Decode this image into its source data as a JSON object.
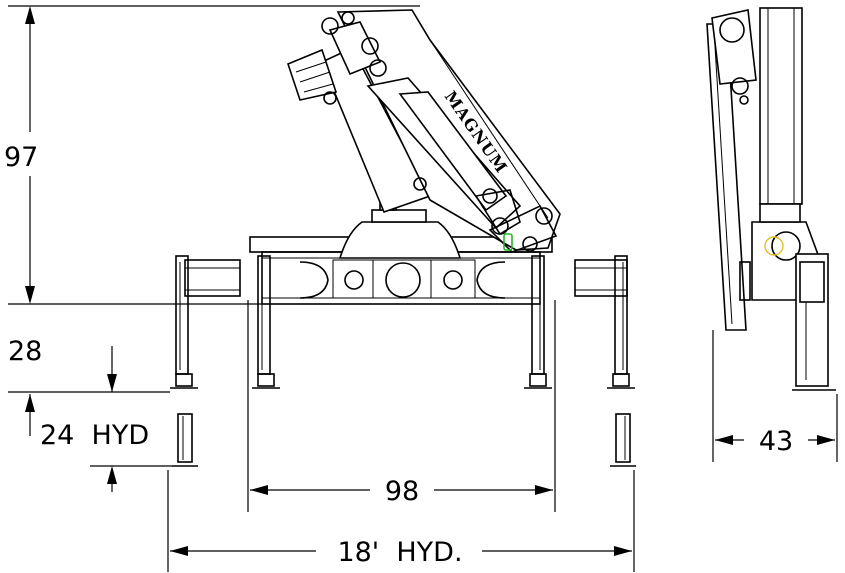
{
  "brand": "MAGNUM",
  "dimensions": {
    "height_max": "97",
    "height_frame": "28",
    "leg_travel": "24  HYD",
    "frame_width": "98",
    "spread_hyd": "18'  HYD.",
    "depth": "43"
  }
}
